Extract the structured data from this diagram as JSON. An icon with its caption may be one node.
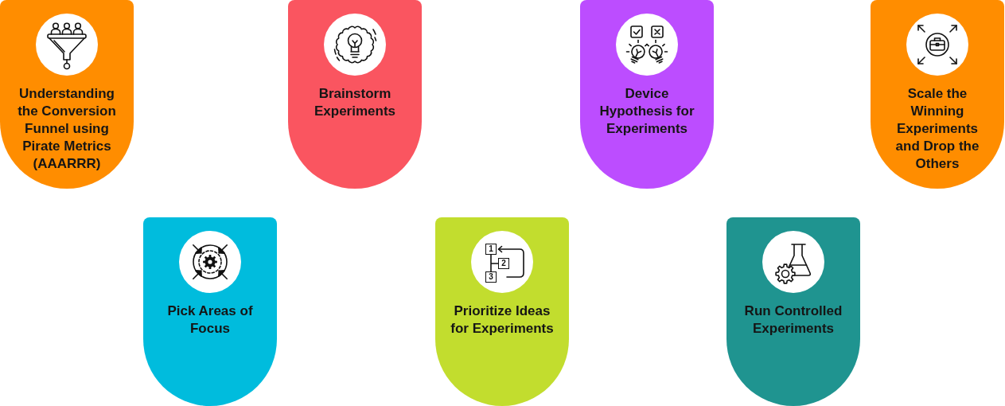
{
  "diagram": {
    "nodes": [
      {
        "text": [
          "Understanding the Conversion Funnel using Pirate Metrics (AAARRR)"
        ]
      },
      {
        "text": [
          "Pick Areas of Focus"
        ]
      },
      {
        "text": [
          "Brainstorm Experiments"
        ]
      },
      {
        "text": [
          "Prioritize Ideas for Experiments"
        ]
      },
      {
        "text": [
          "Device Hypothesis for Experiments"
        ]
      },
      {
        "text": [
          "Run Controlled Experiments"
        ]
      },
      {
        "text": [
          "Scale the Winning Experiments and Drop the Others"
        ]
      }
    ],
    "labels": [
      "1",
      "2",
      "3"
    ]
  }
}
